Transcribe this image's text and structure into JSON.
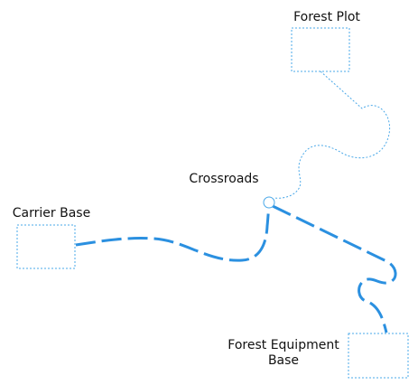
{
  "nodes": {
    "forest_plot": {
      "label": "Forest Plot"
    },
    "carrier_base": {
      "label": "Carrier Base"
    },
    "crossroads": {
      "label": "Crossroads"
    },
    "forest_equipment_base": {
      "label_lines": [
        "Forest Equipment",
        "Base"
      ]
    }
  },
  "colors": {
    "thin_route": "#4aa8e8",
    "thick_route": "#2b90e0",
    "box_outline": "#4aa8e8",
    "text": "#111111"
  }
}
